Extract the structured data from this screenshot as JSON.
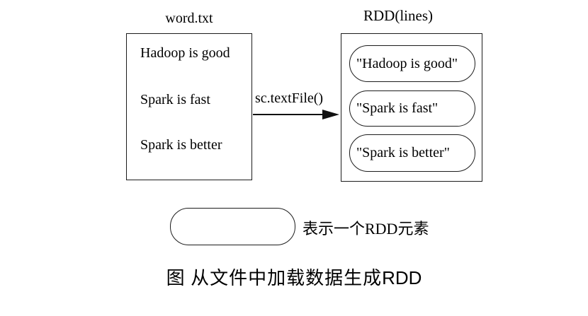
{
  "diagram": {
    "colors": {
      "background": "#ffffff",
      "line": "#000000"
    },
    "file_box": {
      "title": "word.txt",
      "lines": [
        "Hadoop is good",
        "Spark is fast",
        "Spark is better"
      ]
    },
    "arrow": {
      "label": "sc.textFile()"
    },
    "rdd_box": {
      "title": "RDD(lines)",
      "elements": [
        "\"Hadoop is good\"",
        "\"Spark is fast\"",
        "\"Spark is better\""
      ]
    },
    "legend": {
      "label": "表示一个RDD元素"
    },
    "caption": {
      "prefix": "图 从文件中加载数据生成",
      "suffix": "RDD"
    }
  }
}
